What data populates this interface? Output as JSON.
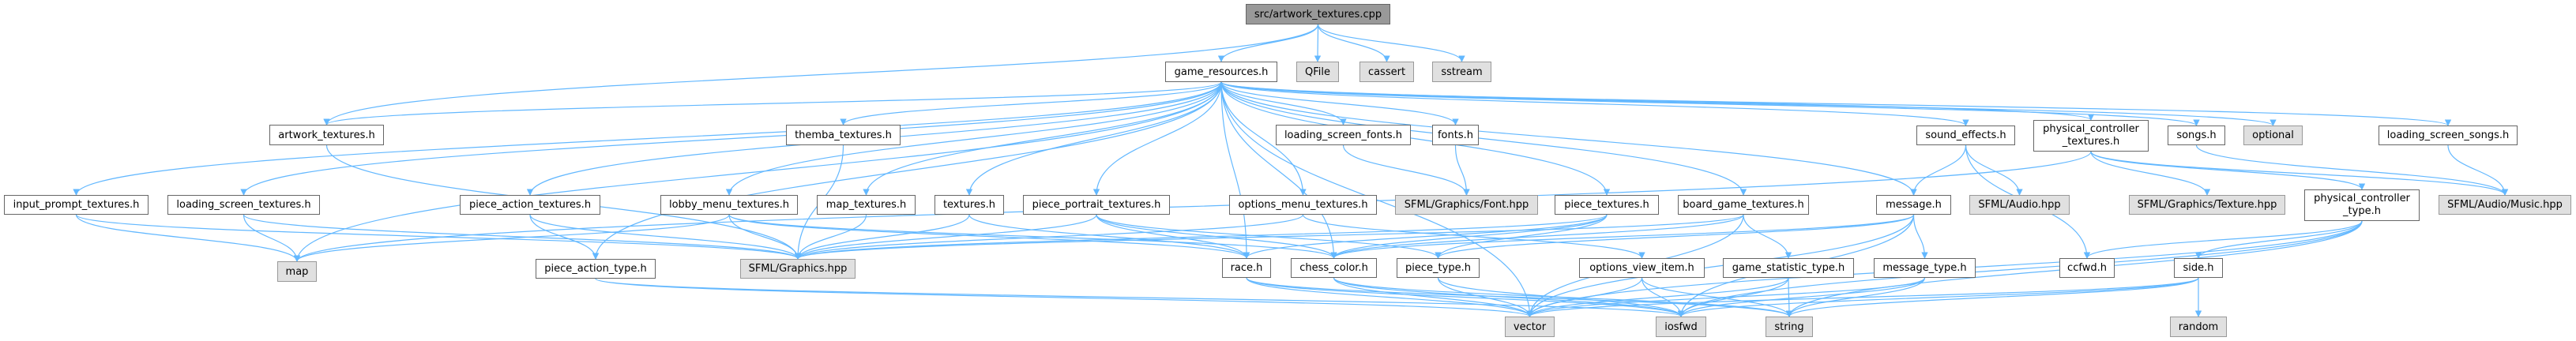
{
  "title": "src/artwork_textures.cpp",
  "colors": {
    "edge": "#63b8ff",
    "root_fill": "#999999",
    "external_fill": "#e0e0e0",
    "header_fill": "#ffffff"
  },
  "nodes": [
    {
      "id": "root",
      "label": "src/artwork_textures.cpp",
      "kind": "root"
    },
    {
      "id": "game_resources",
      "label": "game_resources.h",
      "kind": "header"
    },
    {
      "id": "QFile",
      "label": "QFile",
      "kind": "external"
    },
    {
      "id": "cassert",
      "label": "cassert",
      "kind": "external"
    },
    {
      "id": "sstream",
      "label": "sstream",
      "kind": "external"
    },
    {
      "id": "artwork_textures",
      "label": "artwork_textures.h",
      "kind": "header"
    },
    {
      "id": "themba_textures",
      "label": "themba_textures.h",
      "kind": "header"
    },
    {
      "id": "loading_screen_fonts",
      "label": "loading_screen_fonts.h",
      "kind": "header"
    },
    {
      "id": "fonts",
      "label": "fonts.h",
      "kind": "header"
    },
    {
      "id": "sound_effects",
      "label": "sound_effects.h",
      "kind": "header"
    },
    {
      "id": "physical_controller_textures",
      "label": "physical_controller\n_textures.h",
      "kind": "header"
    },
    {
      "id": "songs",
      "label": "songs.h",
      "kind": "header"
    },
    {
      "id": "optional",
      "label": "optional",
      "kind": "external"
    },
    {
      "id": "loading_screen_songs",
      "label": "loading_screen_songs.h",
      "kind": "header"
    },
    {
      "id": "input_prompt_textures",
      "label": "input_prompt_textures.h",
      "kind": "header"
    },
    {
      "id": "loading_screen_textures",
      "label": "loading_screen_textures.h",
      "kind": "header"
    },
    {
      "id": "piece_action_textures",
      "label": "piece_action_textures.h",
      "kind": "header"
    },
    {
      "id": "lobby_menu_textures",
      "label": "lobby_menu_textures.h",
      "kind": "header"
    },
    {
      "id": "map_textures",
      "label": "map_textures.h",
      "kind": "header"
    },
    {
      "id": "textures",
      "label": "textures.h",
      "kind": "header"
    },
    {
      "id": "piece_portrait_textures",
      "label": "piece_portrait_textures.h",
      "kind": "header"
    },
    {
      "id": "options_menu_textures",
      "label": "options_menu_textures.h",
      "kind": "header"
    },
    {
      "id": "sfml_font",
      "label": "SFML/Graphics/Font.hpp",
      "kind": "external"
    },
    {
      "id": "piece_textures",
      "label": "piece_textures.h",
      "kind": "header"
    },
    {
      "id": "board_game_textures",
      "label": "board_game_textures.h",
      "kind": "header"
    },
    {
      "id": "message",
      "label": "message.h",
      "kind": "header"
    },
    {
      "id": "sfml_audio",
      "label": "SFML/Audio.hpp",
      "kind": "external"
    },
    {
      "id": "sfml_texture",
      "label": "SFML/Graphics/Texture.hpp",
      "kind": "external"
    },
    {
      "id": "physical_controller_type",
      "label": "physical_controller\n_type.h",
      "kind": "header"
    },
    {
      "id": "sfml_music",
      "label": "SFML/Audio/Music.hpp",
      "kind": "external"
    },
    {
      "id": "map",
      "label": "map",
      "kind": "external"
    },
    {
      "id": "piece_action_type",
      "label": "piece_action_type.h",
      "kind": "header"
    },
    {
      "id": "sfml_graphics",
      "label": "SFML/Graphics.hpp",
      "kind": "external"
    },
    {
      "id": "race",
      "label": "race.h",
      "kind": "header"
    },
    {
      "id": "chess_color",
      "label": "chess_color.h",
      "kind": "header"
    },
    {
      "id": "piece_type",
      "label": "piece_type.h",
      "kind": "header"
    },
    {
      "id": "options_view_item",
      "label": "options_view_item.h",
      "kind": "header"
    },
    {
      "id": "game_statistic_type",
      "label": "game_statistic_type.h",
      "kind": "header"
    },
    {
      "id": "message_type",
      "label": "message_type.h",
      "kind": "header"
    },
    {
      "id": "ccfwd",
      "label": "ccfwd.h",
      "kind": "header"
    },
    {
      "id": "side",
      "label": "side.h",
      "kind": "header"
    },
    {
      "id": "vector",
      "label": "vector",
      "kind": "external"
    },
    {
      "id": "iosfwd",
      "label": "iosfwd",
      "kind": "external"
    },
    {
      "id": "string",
      "label": "string",
      "kind": "external"
    },
    {
      "id": "random",
      "label": "random",
      "kind": "external"
    }
  ],
  "edges": [
    [
      "root",
      "game_resources"
    ],
    [
      "root",
      "QFile"
    ],
    [
      "root",
      "cassert"
    ],
    [
      "root",
      "sstream"
    ],
    [
      "root",
      "artwork_textures"
    ],
    [
      "game_resources",
      "artwork_textures"
    ],
    [
      "game_resources",
      "themba_textures"
    ],
    [
      "game_resources",
      "loading_screen_fonts"
    ],
    [
      "game_resources",
      "fonts"
    ],
    [
      "game_resources",
      "sound_effects"
    ],
    [
      "game_resources",
      "physical_controller_textures"
    ],
    [
      "game_resources",
      "songs"
    ],
    [
      "game_resources",
      "optional"
    ],
    [
      "game_resources",
      "loading_screen_songs"
    ],
    [
      "game_resources",
      "input_prompt_textures"
    ],
    [
      "game_resources",
      "loading_screen_textures"
    ],
    [
      "game_resources",
      "piece_action_textures"
    ],
    [
      "game_resources",
      "lobby_menu_textures"
    ],
    [
      "game_resources",
      "map_textures"
    ],
    [
      "game_resources",
      "textures"
    ],
    [
      "game_resources",
      "piece_portrait_textures"
    ],
    [
      "game_resources",
      "options_menu_textures"
    ],
    [
      "game_resources",
      "piece_textures"
    ],
    [
      "game_resources",
      "board_game_textures"
    ],
    [
      "game_resources",
      "message"
    ],
    [
      "game_resources",
      "piece_action_type"
    ],
    [
      "game_resources",
      "chess_color"
    ],
    [
      "game_resources",
      "race"
    ],
    [
      "game_resources",
      "vector"
    ],
    [
      "game_resources",
      "map"
    ],
    [
      "artwork_textures",
      "sfml_graphics"
    ],
    [
      "themba_textures",
      "sfml_graphics"
    ],
    [
      "loading_screen_fonts",
      "sfml_font"
    ],
    [
      "fonts",
      "sfml_font"
    ],
    [
      "sound_effects",
      "message"
    ],
    [
      "sound_effects",
      "sfml_audio"
    ],
    [
      "sound_effects",
      "ccfwd"
    ],
    [
      "physical_controller_textures",
      "sfml_texture"
    ],
    [
      "physical_controller_textures",
      "physical_controller_type"
    ],
    [
      "physical_controller_textures",
      "map"
    ],
    [
      "physical_controller_textures",
      "sfml_music"
    ],
    [
      "songs",
      "sfml_music"
    ],
    [
      "loading_screen_songs",
      "sfml_music"
    ],
    [
      "input_prompt_textures",
      "map"
    ],
    [
      "input_prompt_textures",
      "sfml_graphics"
    ],
    [
      "loading_screen_textures",
      "map"
    ],
    [
      "loading_screen_textures",
      "sfml_graphics"
    ],
    [
      "piece_action_textures",
      "piece_action_type"
    ],
    [
      "piece_action_textures",
      "sfml_graphics"
    ],
    [
      "lobby_menu_textures",
      "map"
    ],
    [
      "lobby_menu_textures",
      "sfml_graphics"
    ],
    [
      "lobby_menu_textures",
      "race"
    ],
    [
      "lobby_menu_textures",
      "chess_color"
    ],
    [
      "map_textures",
      "sfml_graphics"
    ],
    [
      "textures",
      "sfml_graphics"
    ],
    [
      "textures",
      "race"
    ],
    [
      "piece_portrait_textures",
      "sfml_graphics"
    ],
    [
      "piece_portrait_textures",
      "race"
    ],
    [
      "piece_portrait_textures",
      "chess_color"
    ],
    [
      "piece_portrait_textures",
      "piece_type"
    ],
    [
      "options_menu_textures",
      "sfml_graphics"
    ],
    [
      "options_menu_textures",
      "options_view_item"
    ],
    [
      "piece_textures",
      "sfml_graphics"
    ],
    [
      "piece_textures",
      "chess_color"
    ],
    [
      "piece_textures",
      "piece_type"
    ],
    [
      "piece_textures",
      "race"
    ],
    [
      "board_game_textures",
      "sfml_graphics"
    ],
    [
      "board_game_textures",
      "chess_color"
    ],
    [
      "board_game_textures",
      "game_statistic_type"
    ],
    [
      "board_game_textures",
      "vector"
    ],
    [
      "message",
      "message_type"
    ],
    [
      "message",
      "chess_color"
    ],
    [
      "message",
      "piece_type"
    ],
    [
      "message",
      "iosfwd"
    ],
    [
      "message",
      "vector"
    ],
    [
      "physical_controller_type",
      "ccfwd"
    ],
    [
      "physical_controller_type",
      "side"
    ],
    [
      "physical_controller_type",
      "iosfwd"
    ],
    [
      "physical_controller_type",
      "string"
    ],
    [
      "physical_controller_type",
      "vector"
    ],
    [
      "piece_action_type",
      "iosfwd"
    ],
    [
      "piece_action_type",
      "vector"
    ],
    [
      "race",
      "iosfwd"
    ],
    [
      "race",
      "vector"
    ],
    [
      "race",
      "string"
    ],
    [
      "chess_color",
      "iosfwd"
    ],
    [
      "chess_color",
      "vector"
    ],
    [
      "chess_color",
      "string"
    ],
    [
      "piece_type",
      "iosfwd"
    ],
    [
      "piece_type",
      "vector"
    ],
    [
      "options_view_item",
      "vector"
    ],
    [
      "options_view_item",
      "iosfwd"
    ],
    [
      "options_view_item",
      "string"
    ],
    [
      "game_statistic_type",
      "vector"
    ],
    [
      "game_statistic_type",
      "iosfwd"
    ],
    [
      "game_statistic_type",
      "string"
    ],
    [
      "message_type",
      "vector"
    ],
    [
      "message_type",
      "iosfwd"
    ],
    [
      "message_type",
      "string"
    ],
    [
      "side",
      "random"
    ],
    [
      "side",
      "iosfwd"
    ],
    [
      "side",
      "string"
    ],
    [
      "side",
      "vector"
    ]
  ]
}
